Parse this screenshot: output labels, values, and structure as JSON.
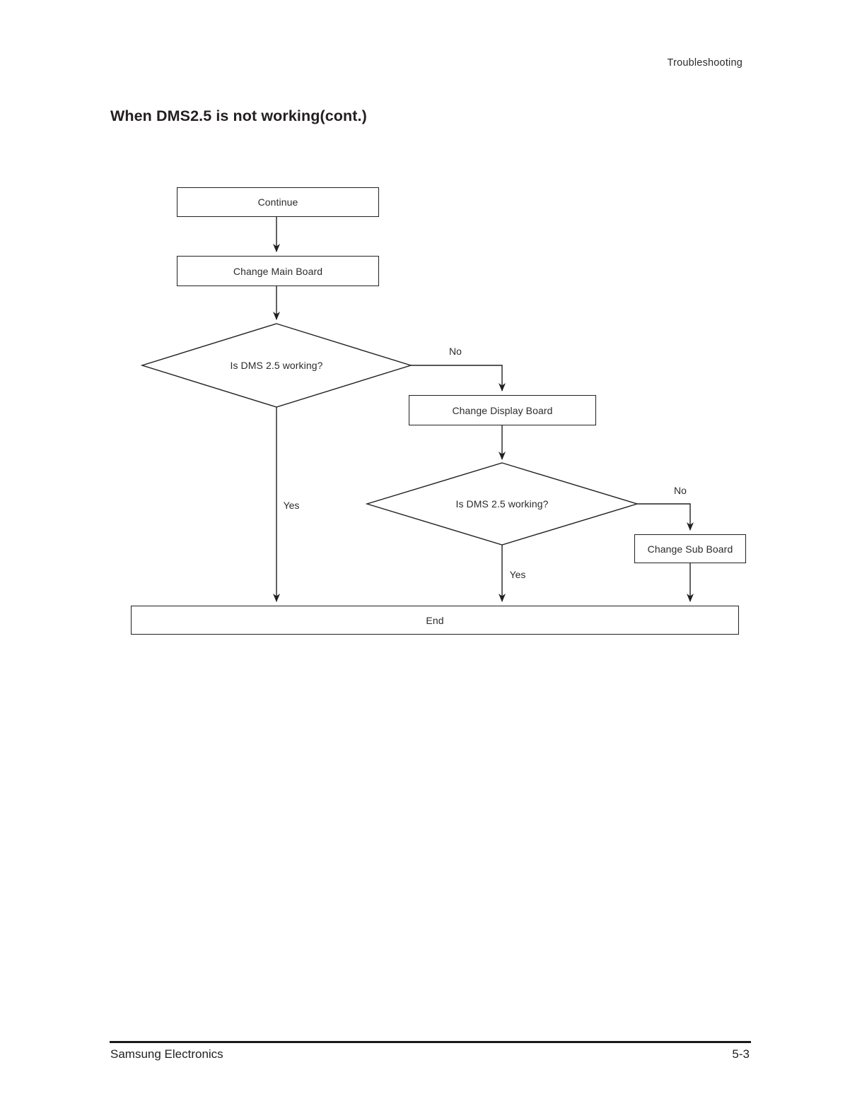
{
  "header": {
    "section_label": "Troubleshooting"
  },
  "title": "When DMS2.5 is not working(cont.)",
  "flowchart": {
    "nodes": {
      "continue": {
        "label": "Continue",
        "shape": "rectangle"
      },
      "change_main_board": {
        "label": "Change Main Board",
        "shape": "rectangle"
      },
      "decision_1": {
        "label": "Is DMS 2.5 working?",
        "shape": "diamond"
      },
      "change_display_board": {
        "label": "Change Display Board",
        "shape": "rectangle"
      },
      "decision_2": {
        "label": "Is DMS 2.5 working?",
        "shape": "diamond"
      },
      "change_sub_board": {
        "label": "Change Sub Board",
        "shape": "rectangle"
      },
      "end": {
        "label": "End",
        "shape": "rectangle"
      }
    },
    "edge_labels": {
      "no_1": "No",
      "yes_1": "Yes",
      "no_2": "No",
      "yes_2": "Yes"
    },
    "edges": [
      {
        "from": "continue",
        "to": "change_main_board",
        "label": ""
      },
      {
        "from": "change_main_board",
        "to": "decision_1",
        "label": ""
      },
      {
        "from": "decision_1",
        "to": "change_display_board",
        "label": "No"
      },
      {
        "from": "decision_1",
        "to": "end",
        "label": "Yes"
      },
      {
        "from": "change_display_board",
        "to": "decision_2",
        "label": ""
      },
      {
        "from": "decision_2",
        "to": "change_sub_board",
        "label": "No"
      },
      {
        "from": "decision_2",
        "to": "end",
        "label": "Yes"
      },
      {
        "from": "change_sub_board",
        "to": "end",
        "label": ""
      }
    ]
  },
  "footer": {
    "left": "Samsung Electronics",
    "right": "5-3"
  },
  "colors": {
    "ink": "#231f20",
    "background": "#ffffff"
  }
}
